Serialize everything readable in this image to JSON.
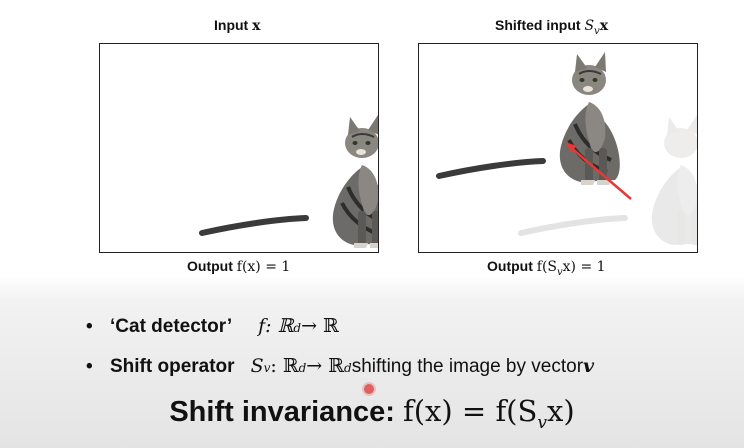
{
  "left_panel": {
    "title_text": "Input ",
    "title_var": "x",
    "caption_prefix": "Output ",
    "caption_math": "f(x) = 1"
  },
  "right_panel": {
    "title_text": "Shifted input ",
    "title_math": "S",
    "title_sub": "v",
    "title_var": "x",
    "caption_prefix": "Output ",
    "caption_math": "f(S",
    "caption_sub": "v",
    "caption_tail": "x) = 1"
  },
  "bullets": [
    {
      "label": "‘Cat detector’",
      "math": "f: ℝ",
      "sup": "d",
      "math_tail": " → ℝ",
      "text": ""
    },
    {
      "label": "Shift operator",
      "math": "S",
      "sub": "v",
      "math_mid": ": ℝ",
      "sup": "d",
      "math_tail": " → ℝ",
      "sup2": "d",
      "text": " shifting the image by vector ",
      "vec": "v"
    }
  ],
  "headline": {
    "label": "Shift invariance: ",
    "math": "f(x) = f(S",
    "sub": "v",
    "tail": "x)"
  },
  "colors": {
    "arrow": "#e53935",
    "panel_border": "#222222",
    "pointer_dot": "#e06060"
  }
}
